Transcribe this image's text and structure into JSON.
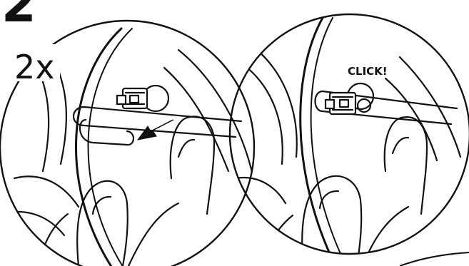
{
  "step": {
    "number": "2"
  },
  "left_panel": {
    "repeat_label": "2x"
  },
  "right_panel": {
    "sound_label": "CLICK!"
  },
  "colors": {
    "ink": "#111111",
    "paper": "#ffffff"
  },
  "icons": [
    "arrow-icon"
  ]
}
